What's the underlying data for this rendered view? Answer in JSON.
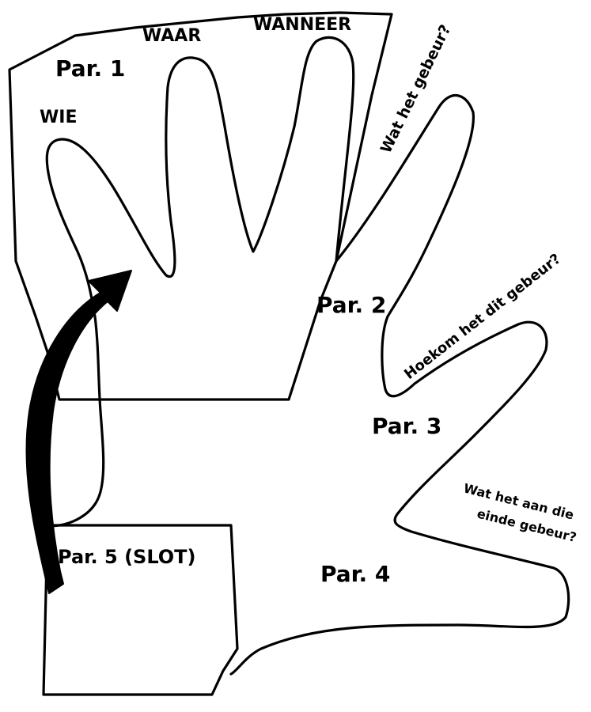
{
  "labels": {
    "par1": "Par. 1",
    "wie": "WIE",
    "waar": "WAAR",
    "wanneer": "WANNEER",
    "question1": "Wat het gebeur?",
    "par2": "Par. 2",
    "question2": "Hoekom het dit gebeur?",
    "par3": "Par. 3",
    "question3_line1": "Wat het aan die",
    "question3_line2": "einde gebeur?",
    "par4": "Par. 4",
    "par5": "Par. 5 (SLOT)"
  },
  "colors": {
    "line": "#000000",
    "background": "#ffffff"
  }
}
